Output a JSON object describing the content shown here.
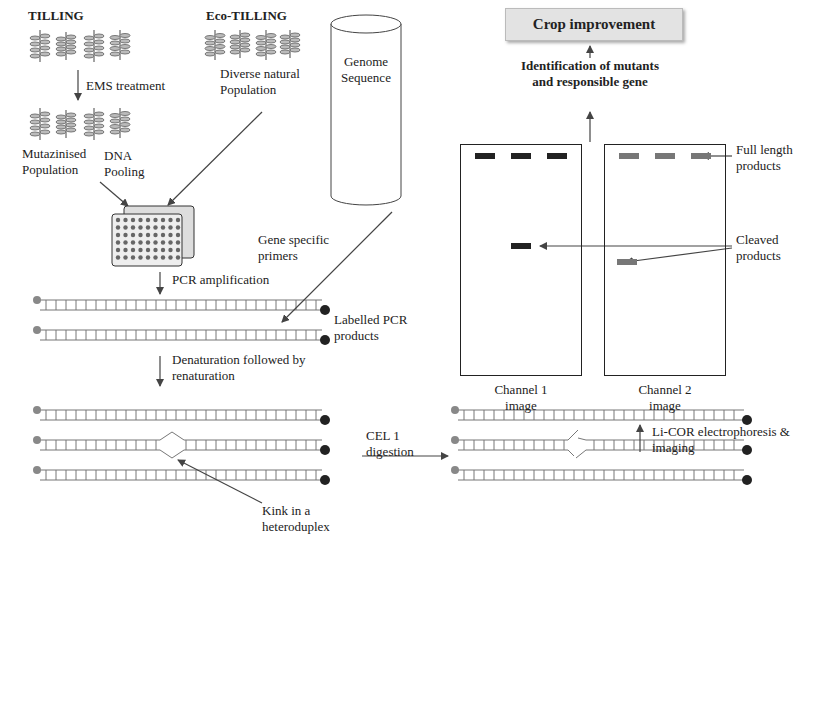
{
  "diagram": {
    "nodes": [
      {
        "text": [
          "Crop improvement"
        ]
      },
      {
        "text": [
          "Genome Sequence"
        ]
      },
      {
        "text": [
          "Channel 1 image"
        ]
      },
      {
        "text": [
          "Channel 2 image"
        ]
      }
    ],
    "labels": [
      "TILLING",
      "Eco-TILLING",
      "EMS treatment",
      "Mutazinised Population",
      "DNA Pooling",
      "Diverse natural Population",
      "Gene specific primers",
      "PCR amplification",
      "Labelled PCR products",
      "Denaturation followed by renaturation",
      "Kink in a heteroduplex",
      "CEL 1 digestion",
      "Li-COR electrophoresis & imaging",
      "Full length products",
      "Cleaved products",
      "Identification of mutants and responsible gene"
    ]
  }
}
